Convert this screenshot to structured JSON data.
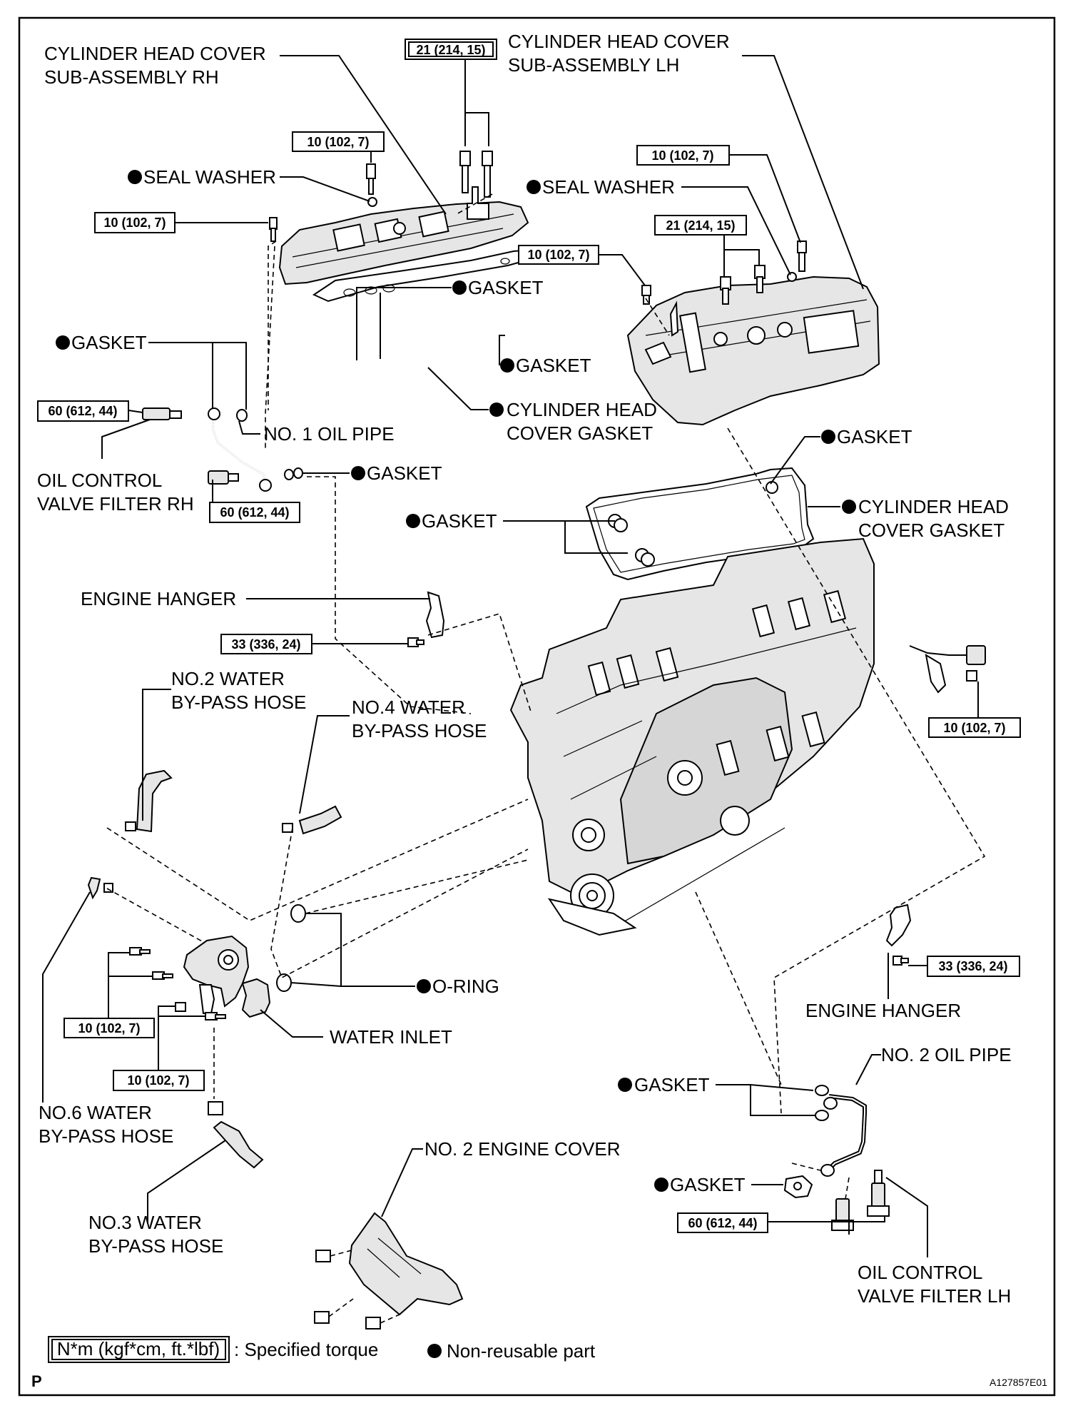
{
  "labels": {
    "cyl_head_cover_rh_1": "CYLINDER HEAD COVER",
    "cyl_head_cover_rh_2": "SUB-ASSEMBLY RH",
    "cyl_head_cover_lh_1": "CYLINDER HEAD COVER",
    "cyl_head_cover_lh_2": "SUB-ASSEMBLY LH",
    "seal_washer_rh": "SEAL WASHER",
    "seal_washer_lh": "SEAL WASHER",
    "gasket_rh_cover": "GASKET",
    "gasket_rh_plug": "GASKET",
    "gasket_oil_pipe_top": "GASKET",
    "cyl_head_cover_gasket_rh_1": "CYLINDER HEAD",
    "cyl_head_cover_gasket_rh_2": "COVER GASKET",
    "no1_oil_pipe": "NO. 1 OIL PIPE",
    "ocv_filter_rh_1": "OIL CONTROL",
    "ocv_filter_rh_2": "VALVE FILTER RH",
    "gasket_oil_pipe_bottom": "GASKET",
    "gasket_lh_top": "GASKET",
    "cyl_head_cover_gasket_lh_1": "CYLINDER HEAD",
    "cyl_head_cover_gasket_lh_2": "COVER GASKET",
    "gasket_lh_plug": "GASKET",
    "engine_hanger_rh": "ENGINE HANGER",
    "no2_water_bypass_1": "NO.2 WATER",
    "no2_water_bypass_2": "BY-PASS HOSE",
    "no4_water_bypass_1": "NO.4 WATER",
    "no4_water_bypass_2": "BY-PASS HOSE",
    "o_ring": "O-RING",
    "water_inlet": "WATER INLET",
    "engine_hanger_lh": "ENGINE HANGER",
    "no2_oil_pipe": "NO. 2 OIL PIPE",
    "gasket_no2_pipe_1": "GASKET",
    "gasket_no2_pipe_2": "GASKET",
    "no6_water_bypass_1": "NO.6 WATER",
    "no6_water_bypass_2": "BY-PASS HOSE",
    "no2_engine_cover": "NO. 2 ENGINE COVER",
    "no3_water_bypass_1": "NO.3 WATER",
    "no3_water_bypass_2": "BY-PASS HOSE",
    "ocv_filter_lh_1": "OIL CONTROL",
    "ocv_filter_lh_2": "VALVE FILTER LH"
  },
  "torques": {
    "t_21_top": "21 (214, 15)",
    "t_10_rh_top": "10 (102, 7)",
    "t_10_rh_left": "10 (102, 7)",
    "t_10_lh_top": "10 (102, 7)",
    "t_21_lh": "21 (214, 15)",
    "t_10_lh_left": "10 (102, 7)",
    "t_60_ocv_rh_1": "60 (612, 44)",
    "t_60_ocv_rh_2": "60 (612, 44)",
    "t_33_hanger_rh": "33 (336, 24)",
    "t_10_sensor": "10 (102, 7)",
    "t_33_hanger_lh": "33 (336, 24)",
    "t_10_inlet_1": "10 (102, 7)",
    "t_10_inlet_2": "10 (102, 7)",
    "t_60_ocv_lh": "60 (612, 44)"
  },
  "legend": {
    "torque_box": "N*m (kgf*cm, ft.*lbf)",
    "torque_text": ": Specified torque",
    "nonreusable_text": "Non-reusable part"
  },
  "footer": {
    "page_letter": "P",
    "figure_code": "A127857E01"
  }
}
